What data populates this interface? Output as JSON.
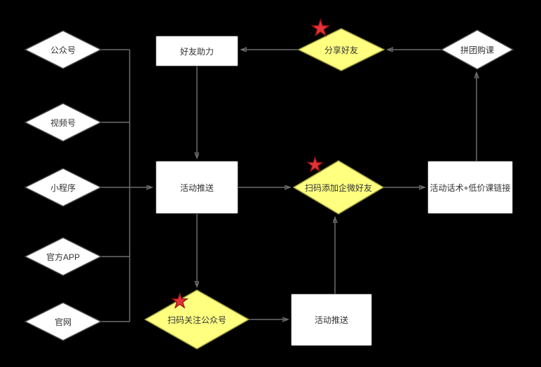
{
  "diagram": {
    "background": "#000000",
    "connector_color": "#6e6e6e",
    "shape_fill": "#ffffff",
    "highlight_fill": "#ffff80",
    "star_color": "#e53238",
    "star_glyph": "★",
    "sources": [
      {
        "label": "公众号"
      },
      {
        "label": "视频号"
      },
      {
        "label": "小程序"
      },
      {
        "label": "官方APP"
      },
      {
        "label": "官网"
      }
    ],
    "flow": {
      "friend_boost": "好友助力",
      "share_friend": "分享好友",
      "group_buy_course": "拼团购课",
      "activity_push_mid": "活动推送",
      "scan_add_wecom": "扫码添加企微好友",
      "activity_script_link": "活动话术+低价课链接",
      "scan_follow_official": "扫码关注公众号",
      "activity_push_bottom": "活动推送"
    }
  }
}
